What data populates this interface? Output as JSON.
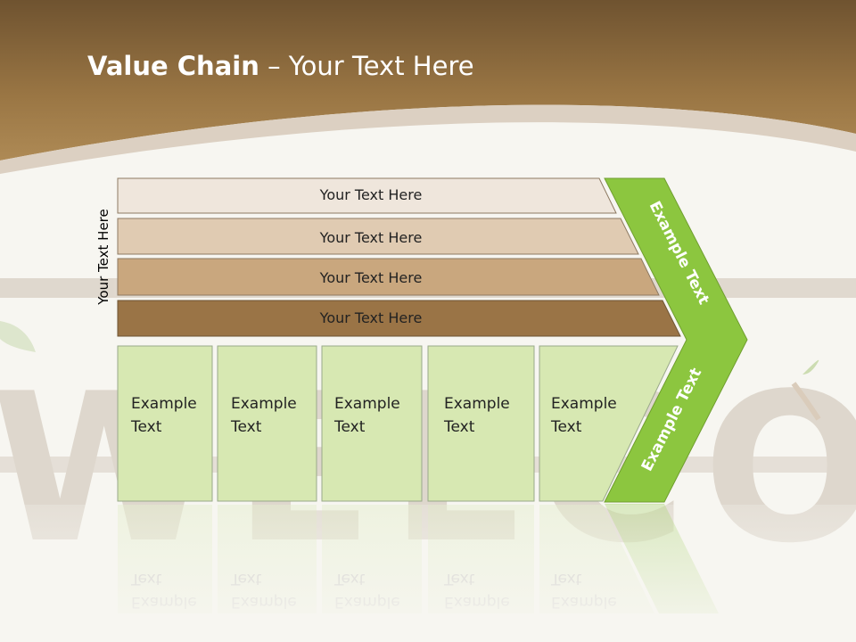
{
  "title": {
    "bold": "Value Chain",
    "rest": " – Your Text Here"
  },
  "side_label": "Your Text Here",
  "bars": [
    "Your Text Here",
    "Your Text Here",
    "Your Text Here",
    "Your Text Here"
  ],
  "boxes": [
    [
      "Example",
      "Text"
    ],
    [
      "Example",
      "Text"
    ],
    [
      "Example",
      "Text"
    ],
    [
      "Example",
      "Text"
    ],
    [
      "Example",
      "Text"
    ]
  ],
  "chevron_top": "Example Text",
  "chevron_bottom": "Example Text",
  "background_watermark": "WELCOME",
  "colors": {
    "header": "#8c6a3c",
    "bar1": "#efe6dc",
    "bar2": "#e0cbb2",
    "bar3": "#c9a77e",
    "bar4": "#9a7446",
    "box": "#d7e8b2",
    "chevron": "#8cc63f"
  }
}
